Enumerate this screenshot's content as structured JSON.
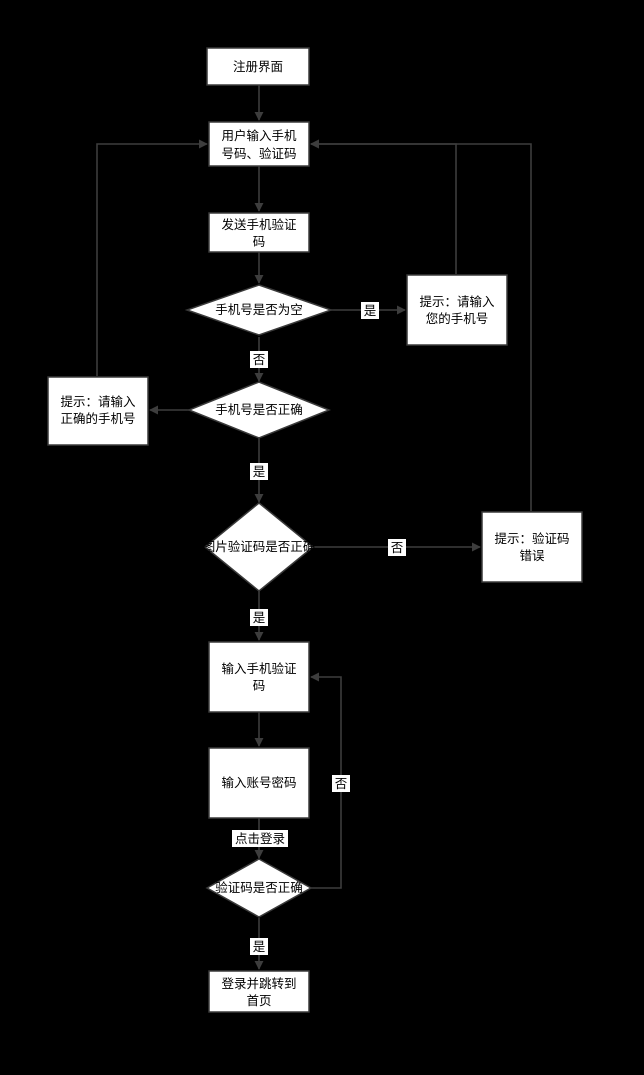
{
  "flowchart": {
    "nodes": {
      "register_page": {
        "lines": [
          "注册界面"
        ]
      },
      "input_phone_code": {
        "lines": [
          "用户输入手机",
          "号码、验证码"
        ]
      },
      "send_sms_code": {
        "lines": [
          "发送手机验证",
          "码"
        ]
      },
      "phone_empty_check": {
        "lines": [
          "手机号是否为空"
        ]
      },
      "prompt_enter_phone": {
        "lines": [
          "提示：请输入",
          "您的手机号"
        ]
      },
      "phone_correct_check": {
        "lines": [
          "手机号是否正确"
        ]
      },
      "prompt_correct_phone": {
        "lines": [
          "提示：请输入",
          "正确的手机号"
        ]
      },
      "image_code_check": {
        "lines": [
          "图片验证码是否正确"
        ]
      },
      "prompt_code_error": {
        "lines": [
          "提示：验证码",
          "错误"
        ]
      },
      "input_sms_code": {
        "lines": [
          "输入手机验证",
          "码"
        ]
      },
      "input_account_password": {
        "lines": [
          "输入账号密码"
        ]
      },
      "code_correct_check": {
        "lines": [
          "验证码是否正确"
        ]
      },
      "login_jump_home": {
        "lines": [
          "登录并跳转到",
          "首页"
        ]
      }
    },
    "edge_labels": {
      "yes_phone_empty": "是",
      "no_phone_empty": "否",
      "yes_phone_correct": "是",
      "no_image_code": "否",
      "yes_image_code": "是",
      "click_login": "点击登录",
      "no_code_correct": "否",
      "yes_code_correct": "是"
    }
  }
}
